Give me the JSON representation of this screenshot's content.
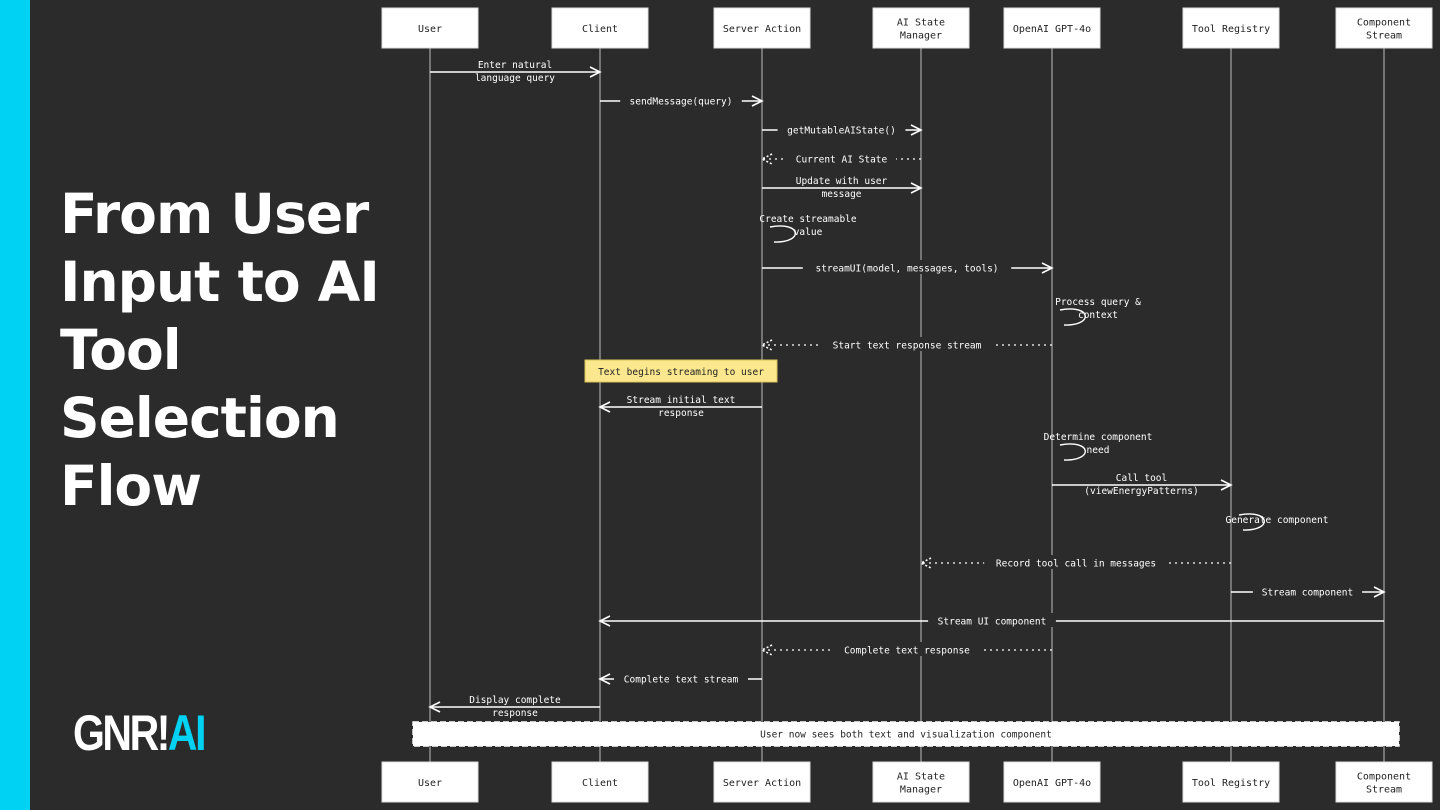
{
  "slide": {
    "title": "From User Input to AI Tool Selection Flow",
    "logo": {
      "part1": "GNR",
      "part2": "AI"
    }
  },
  "colors": {
    "background": "#2b2b2b",
    "accent": "#00d2f4",
    "note": "#fbe88e",
    "line": "#ffffff"
  },
  "participants": [
    {
      "id": "user",
      "label": [
        "User"
      ]
    },
    {
      "id": "client",
      "label": [
        "Client"
      ]
    },
    {
      "id": "server",
      "label": [
        "Server Action"
      ]
    },
    {
      "id": "state",
      "label": [
        "AI State",
        "Manager"
      ]
    },
    {
      "id": "openai",
      "label": [
        "OpenAI GPT-4o"
      ]
    },
    {
      "id": "tools",
      "label": [
        "Tool Registry"
      ]
    },
    {
      "id": "stream",
      "label": [
        "Component",
        "Stream"
      ]
    }
  ],
  "steps": [
    {
      "from": "user",
      "to": "client",
      "style": "solid",
      "label": [
        "Enter natural",
        "language query"
      ]
    },
    {
      "from": "client",
      "to": "server",
      "style": "solid",
      "label": [
        "sendMessage(query)"
      ]
    },
    {
      "from": "server",
      "to": "state",
      "style": "solid",
      "label": [
        "getMutableAIState()"
      ]
    },
    {
      "from": "state",
      "to": "server",
      "style": "dashed",
      "label": [
        "Current AI State"
      ]
    },
    {
      "from": "server",
      "to": "state",
      "style": "solid",
      "label": [
        "Update with user",
        "message"
      ]
    },
    {
      "from": "server",
      "to": "server",
      "style": "self",
      "label": [
        "Create streamable",
        "value"
      ]
    },
    {
      "from": "server",
      "to": "openai",
      "style": "solid",
      "label": [
        "streamUI(model, messages, tools)"
      ]
    },
    {
      "from": "openai",
      "to": "openai",
      "style": "self",
      "label": [
        "Process query &",
        "context"
      ]
    },
    {
      "from": "openai",
      "to": "server",
      "style": "dashed",
      "label": [
        "Start text response stream"
      ]
    },
    {
      "type": "note",
      "label": "Text begins streaming to user"
    },
    {
      "from": "server",
      "to": "client",
      "style": "solid",
      "label": [
        "Stream initial text",
        "response"
      ]
    },
    {
      "from": "openai",
      "to": "openai",
      "style": "self",
      "label": [
        "Determine component",
        "need"
      ]
    },
    {
      "from": "openai",
      "to": "tools",
      "style": "solid",
      "label": [
        "Call tool",
        "(viewEnergyPatterns)"
      ]
    },
    {
      "from": "tools",
      "to": "tools",
      "style": "self",
      "label": [
        "Generate component"
      ]
    },
    {
      "from": "tools",
      "to": "state",
      "style": "dashed",
      "label": [
        "Record tool call in messages"
      ]
    },
    {
      "from": "tools",
      "to": "stream",
      "style": "solid",
      "label": [
        "Stream component"
      ]
    },
    {
      "from": "stream",
      "to": "client",
      "style": "solid",
      "label": [
        "Stream UI component"
      ]
    },
    {
      "from": "openai",
      "to": "server",
      "style": "dashed",
      "label": [
        "Complete text response"
      ]
    },
    {
      "from": "server",
      "to": "client",
      "style": "solid",
      "label": [
        "Complete text stream"
      ]
    },
    {
      "from": "client",
      "to": "user",
      "style": "solid",
      "label": [
        "Display complete",
        "response"
      ]
    }
  ],
  "final_note": "User now sees both text and visualization component"
}
